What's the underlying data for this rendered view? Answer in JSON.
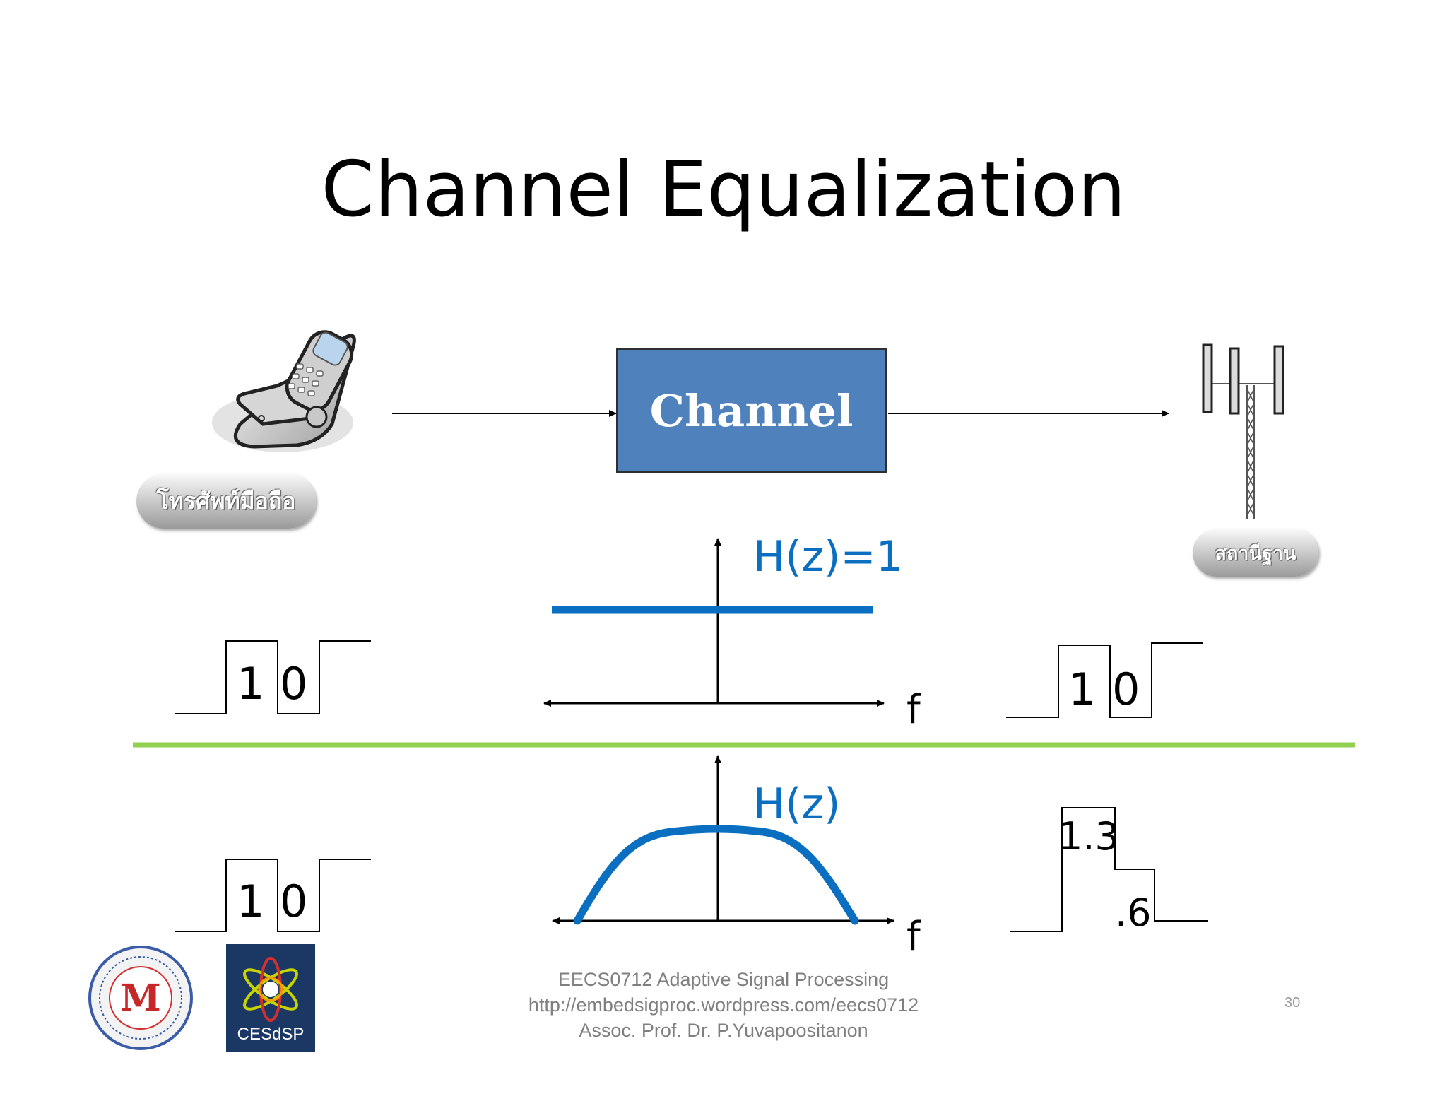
{
  "title": "Channel Equalization",
  "channel_label": "Channel",
  "phone_label": "โทรศัพท์มือถือ",
  "station_label": "สถานีฐาน",
  "top_section": {
    "response_label": "H(z)=1",
    "freq_axis_label": "f",
    "input_bits": [
      "1",
      "0"
    ],
    "output_bits": [
      "1",
      "0"
    ]
  },
  "bottom_section": {
    "response_label": "H(z)",
    "freq_axis_label": "f",
    "input_bits": [
      "1",
      "0"
    ],
    "output_values": [
      "1.3",
      ".6"
    ]
  },
  "footer": {
    "course": "EECS0712 Adaptive Signal Processing",
    "url": "http://embedsigproc.wordpress.com/eecs0712",
    "author": "Assoc. Prof. Dr. P.Yuvapoositanon"
  },
  "slide_number": "30",
  "logo_text": "CESdSP",
  "seal_text": "M",
  "colors": {
    "channel_box": "#4f81bd",
    "response_curve": "#0a6fc0",
    "divider": "#92d050"
  },
  "icons": {
    "phone": "mobile-phone-icon",
    "tower": "base-station-tower-icon"
  }
}
